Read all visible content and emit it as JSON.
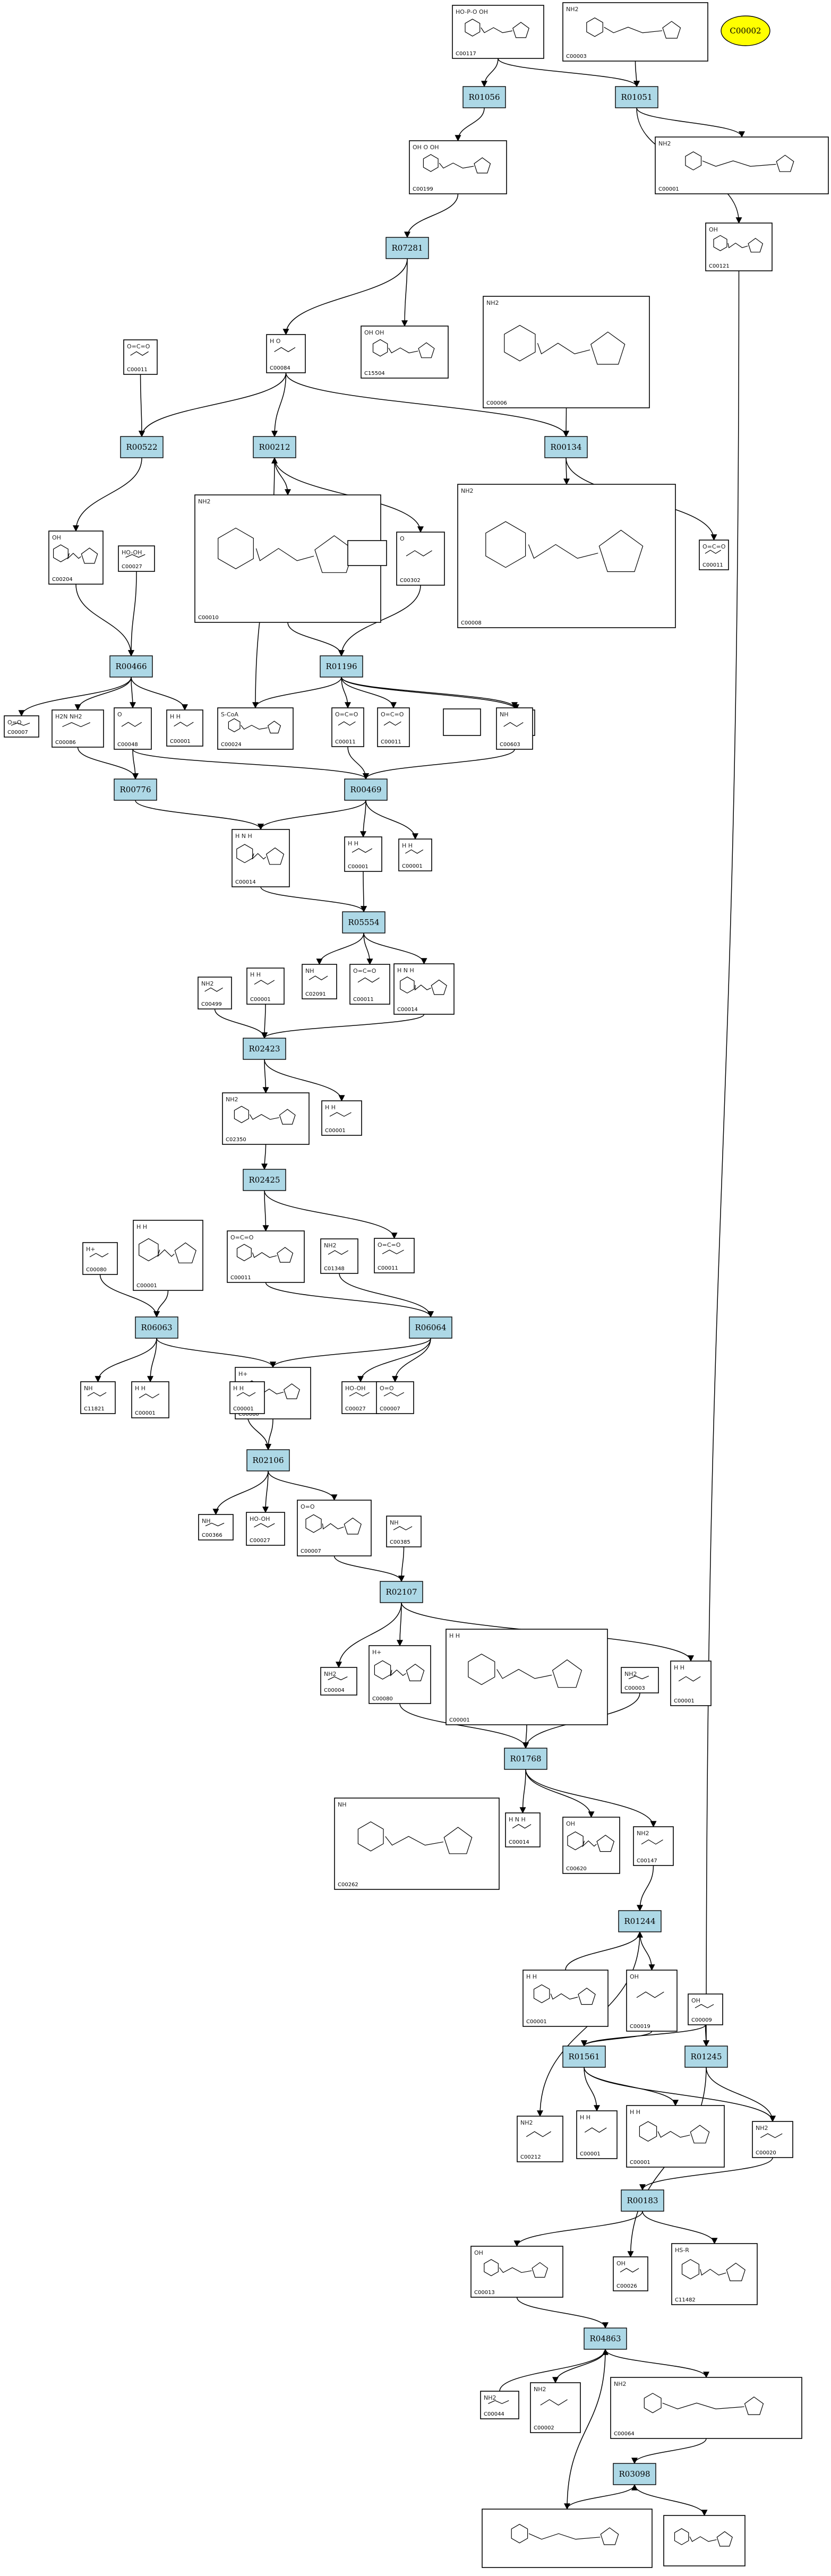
{
  "highlight": {
    "label": "C00002",
    "color": "#ffff00"
  },
  "colors": {
    "reaction_fill": "#add8e6",
    "compound_fill": "#ffffff",
    "stroke": "#000000"
  },
  "reactions": [
    "R01056",
    "R01051",
    "R07281",
    "R00522",
    "R00212",
    "R00134",
    "R00466",
    "R01196",
    "R00776",
    "R00469",
    "R05554",
    "R02423",
    "R02425",
    "R06063",
    "R06064",
    "R02106",
    "R02107",
    "R01768",
    "R01244",
    "R01561",
    "R01245",
    "R00183",
    "R04863",
    "R03098"
  ],
  "compounds": [
    {
      "id": "C00117",
      "formula": "HO-P-O  OH"
    },
    {
      "id": "C00003",
      "formula": "NH2"
    },
    {
      "id": "C00199",
      "formula": "OH  O  OH"
    },
    {
      "id": "C00001",
      "formula": "NH2"
    },
    {
      "id": "C00121",
      "formula": "OH"
    },
    {
      "id": "C00011",
      "formula": "O=C=O"
    },
    {
      "id": "C00084",
      "formula": "H  O"
    },
    {
      "id": "C15504",
      "formula": "OH OH"
    },
    {
      "id": "C00006",
      "formula": "NH2"
    },
    {
      "id": "C00204",
      "formula": "OH"
    },
    {
      "id": "C00027",
      "formula": "HO-OH"
    },
    {
      "id": "C00010",
      "formula": "NH2"
    },
    {
      "id": "C00302",
      "formula": "O"
    },
    {
      "id": "C00008",
      "formula": "NH2"
    },
    {
      "id": "C00011",
      "formula": "O=C=O"
    },
    {
      "id": "C00007",
      "formula": "O=O"
    },
    {
      "id": "C00086",
      "formula": "H2N  NH2"
    },
    {
      "id": "C00048",
      "formula": "O"
    },
    {
      "id": "C00001",
      "formula": "H  H"
    },
    {
      "id": "C00024",
      "formula": "S-CoA"
    },
    {
      "id": "C00011",
      "formula": "O=C=O"
    },
    {
      "id": "C00011",
      "formula": "O=C=O"
    },
    {
      "id": "C00014",
      "formula": "H N H"
    },
    {
      "id": "C00603",
      "formula": "NH"
    },
    {
      "id": "C00014",
      "formula": "H N H"
    },
    {
      "id": "C00001",
      "formula": "H  H"
    },
    {
      "id": "C00001",
      "formula": "H  H"
    },
    {
      "id": "C02091",
      "formula": "NH"
    },
    {
      "id": "C00011",
      "formula": "O=C=O"
    },
    {
      "id": "C00014",
      "formula": "H N H"
    },
    {
      "id": "C00499",
      "formula": "NH2"
    },
    {
      "id": "C00001",
      "formula": "H  H"
    },
    {
      "id": "C02350",
      "formula": "NH2"
    },
    {
      "id": "C00001",
      "formula": "H  H"
    },
    {
      "id": "C00011",
      "formula": "O=C=O"
    },
    {
      "id": "C00011",
      "formula": "O=C=O"
    },
    {
      "id": "C01348",
      "formula": "NH2"
    },
    {
      "id": "C00080",
      "formula": "H+"
    },
    {
      "id": "C00001",
      "formula": "H  H"
    },
    {
      "id": "C11821",
      "formula": "NH"
    },
    {
      "id": "C00001",
      "formula": "H  H"
    },
    {
      "id": "C00080",
      "formula": "H+"
    },
    {
      "id": "C00027",
      "formula": "HO-OH"
    },
    {
      "id": "C00007",
      "formula": "O=O"
    },
    {
      "id": "C00001",
      "formula": "H  H"
    },
    {
      "id": "C00366",
      "formula": "NH"
    },
    {
      "id": "C00027",
      "formula": "HO-OH"
    },
    {
      "id": "C00007",
      "formula": "O=O"
    },
    {
      "id": "C00385",
      "formula": "NH"
    },
    {
      "id": "C00004",
      "formula": "NH2"
    },
    {
      "id": "C00080",
      "formula": "H+"
    },
    {
      "id": "C00001",
      "formula": "H  H"
    },
    {
      "id": "C00003",
      "formula": "NH2"
    },
    {
      "id": "C00001",
      "formula": "H  H"
    },
    {
      "id": "C00262",
      "formula": "NH"
    },
    {
      "id": "C00014",
      "formula": "H N H"
    },
    {
      "id": "C00620",
      "formula": "OH"
    },
    {
      "id": "C00147",
      "formula": "NH2"
    },
    {
      "id": "C00001",
      "formula": "H  H"
    },
    {
      "id": "C00019",
      "formula": "OH"
    },
    {
      "id": "C00009",
      "formula": "OH"
    },
    {
      "id": "C00212",
      "formula": "NH2"
    },
    {
      "id": "C00001",
      "formula": "H  H"
    },
    {
      "id": "C00001",
      "formula": "H  H"
    },
    {
      "id": "C00020",
      "formula": "NH2"
    },
    {
      "id": "C00026",
      "formula": "OH"
    },
    {
      "id": "C11482",
      "formula": "HS-R"
    },
    {
      "id": "C00013",
      "formula": "OH"
    },
    {
      "id": "C00044",
      "formula": "NH2"
    },
    {
      "id": "C00002",
      "formula": "NH2"
    },
    {
      "id": "C00064",
      "formula": "NH2"
    }
  ]
}
